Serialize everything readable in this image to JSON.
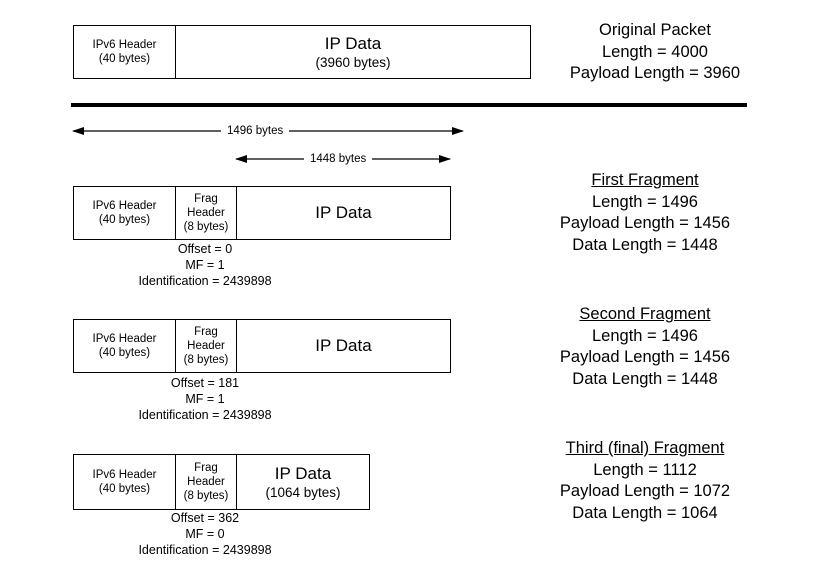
{
  "original": {
    "header_title": "IPv6 Header",
    "header_size": "(40 bytes)",
    "data_title": "IP Data",
    "data_size": "(3960 bytes)",
    "info": [
      "Original Packet",
      "Length = 4000",
      "Payload Length = 3960"
    ]
  },
  "arrows": {
    "total": "1496 bytes",
    "data": "1448 bytes"
  },
  "fragments": [
    {
      "ipv6_title": "IPv6 Header",
      "ipv6_size": "(40 bytes)",
      "frag_line1": "Frag",
      "frag_line2": "Header",
      "frag_size": "(8 bytes)",
      "data_title": "IP Data",
      "data_size": "",
      "offset": "Offset = 0",
      "mf": "MF = 1",
      "identification": "Identification = 2439898",
      "info_title": "First Fragment",
      "info_length": "Length = 1496",
      "info_payload": "Payload Length = 1456",
      "info_data": "Data Length = 1448"
    },
    {
      "ipv6_title": "IPv6 Header",
      "ipv6_size": "(40 bytes)",
      "frag_line1": "Frag",
      "frag_line2": "Header",
      "frag_size": "(8 bytes)",
      "data_title": "IP Data",
      "data_size": "",
      "offset": "Offset = 181",
      "mf": "MF = 1",
      "identification": "Identification = 2439898",
      "info_title": "Second Fragment",
      "info_length": "Length = 1496",
      "info_payload": "Payload Length = 1456",
      "info_data": "Data Length = 1448"
    },
    {
      "ipv6_title": "IPv6 Header",
      "ipv6_size": "(40 bytes)",
      "frag_line1": "Frag",
      "frag_line2": "Header",
      "frag_size": "(8 bytes)",
      "data_title": "IP Data",
      "data_size": "(1064 bytes)",
      "offset": "Offset = 362",
      "mf": "MF = 0",
      "identification": "Identification = 2439898",
      "info_title": "Third (final) Fragment",
      "info_length": "Length = 1112",
      "info_payload": "Payload Length = 1072",
      "info_data": "Data Length = 1064"
    }
  ]
}
